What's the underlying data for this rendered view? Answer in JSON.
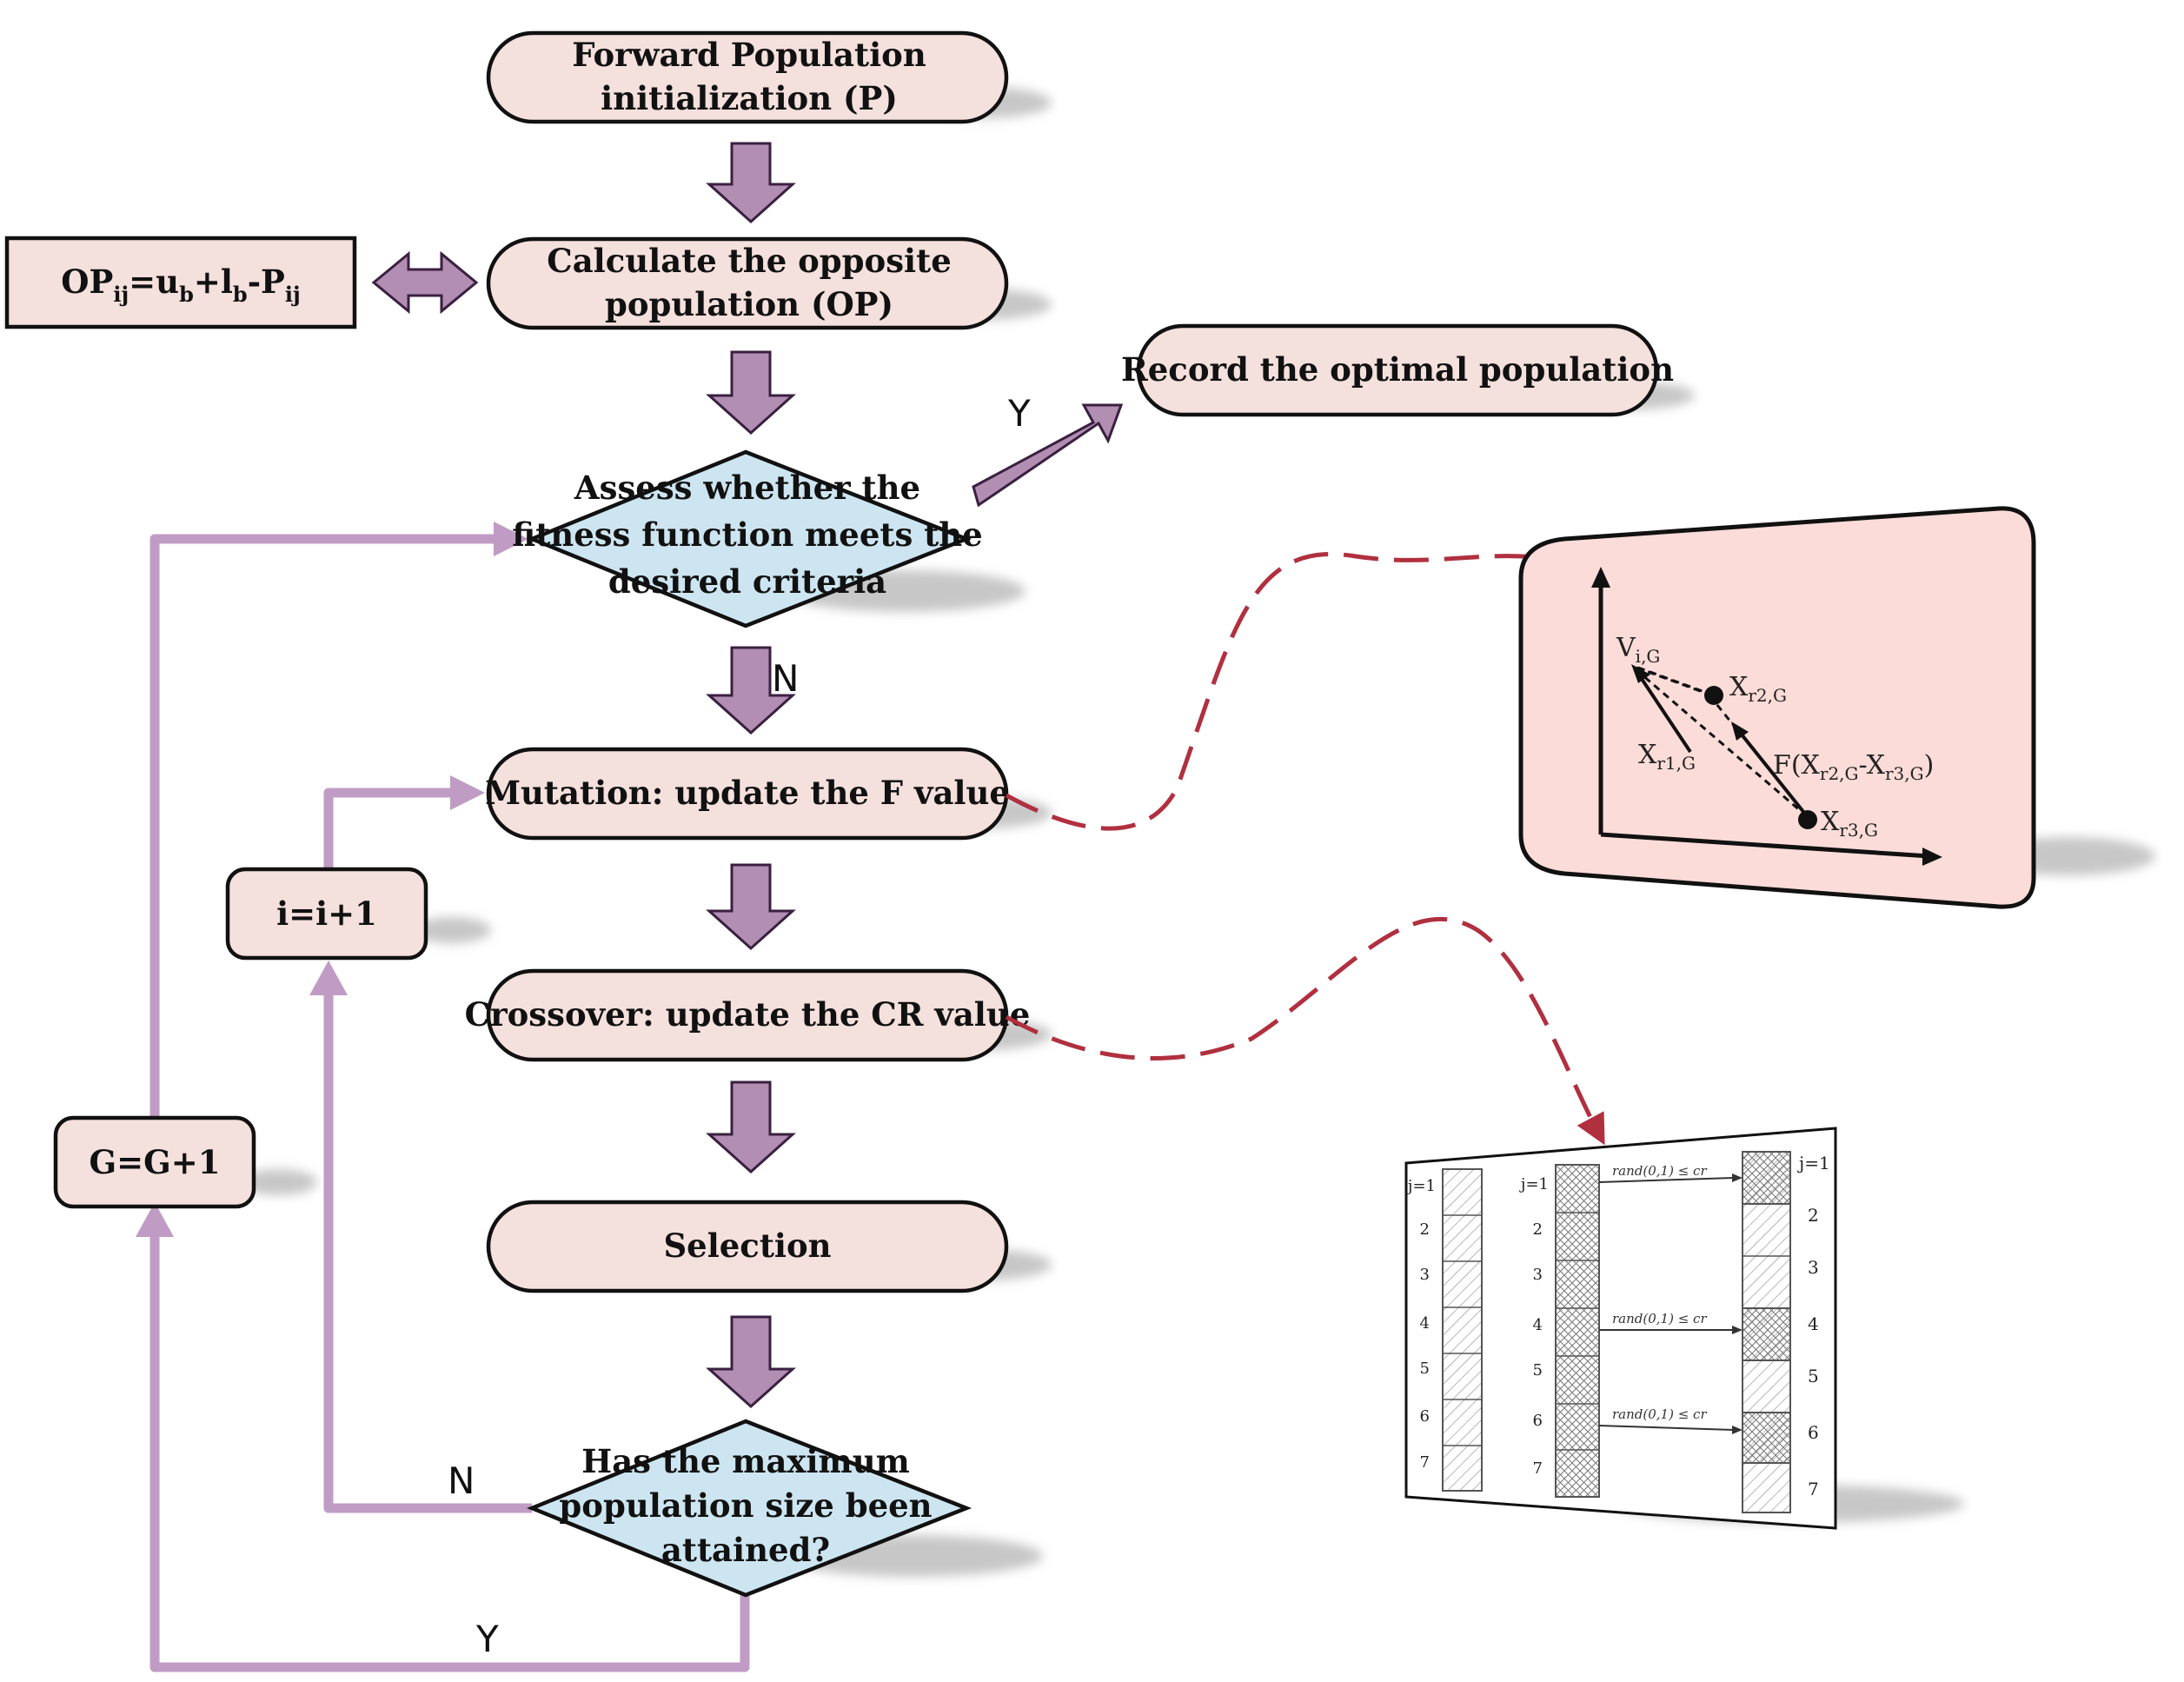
{
  "nodes": {
    "forward_init": [
      "Forward Population",
      "initialization (P)"
    ],
    "calc_opposite": [
      "Calculate the opposite",
      "population (OP)"
    ],
    "formula": {
      "a": "OP",
      "a_sub": "ij",
      "b": "=u",
      "b_sub": "b",
      "c": "+l",
      "c_sub": "b",
      "d": "-P",
      "d_sub": "ij"
    },
    "record_optimal": "Record the optimal population",
    "assess": [
      "Assess whether the",
      "fitness function meets the",
      "desired criteria"
    ],
    "mutation": "Mutation: update the F value",
    "crossover": "Crossover: update the CR value",
    "selection": "Selection",
    "max_pop": [
      "Has the maximum",
      "population size been",
      "attained?"
    ],
    "inc_i": "i=i+1",
    "inc_g": "G=G+1"
  },
  "branch_labels": {
    "assess_yes": "Y",
    "assess_no": "N",
    "maxpop_no": "N",
    "maxpop_yes": "Y"
  },
  "mutation_panel": {
    "v": "V",
    "v_sub": "i,G",
    "xr2": "X",
    "xr2_sub": "r2,G",
    "xr1": "X",
    "xr1_sub": "r1,G",
    "xr3": "X",
    "xr3_sub": "r3,G",
    "f_label_a": "F(X",
    "f_sub1": "r2,G",
    "f_label_b": "-X",
    "f_sub2": "r3,G",
    "f_label_c": ")"
  },
  "crossover_panel": {
    "col1_rows": [
      "j=1",
      "2",
      "3",
      "4",
      "5",
      "6",
      "7"
    ],
    "col2_rows": [
      "j=1",
      "2",
      "3",
      "4",
      "5",
      "6",
      "7"
    ],
    "col3_rows": [
      "j=1",
      "2",
      "3",
      "4",
      "5",
      "6",
      "7"
    ],
    "rand_label": "rand(0,1) ≤ cr"
  },
  "colors": {
    "box_fill": "#f4e0dc",
    "diamond_fill": "#cde5f0",
    "arrow_fill": "#b28eb2",
    "loop_line": "#c09cc4",
    "dash": "#b03040",
    "panel_fill": "#fbdcd8"
  }
}
